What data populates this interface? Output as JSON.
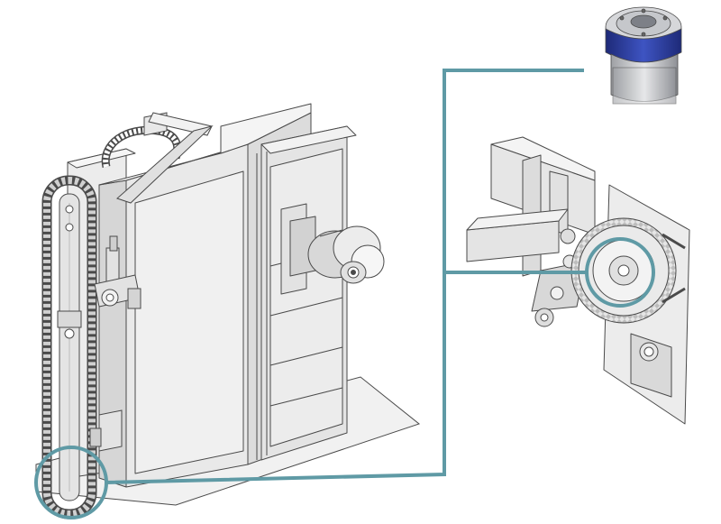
{
  "figure": {
    "kind": "technical-illustration",
    "components": [
      "machine-housing",
      "vertical-chain-drive",
      "gear-motor",
      "sprocket-assembly-detail",
      "planetary-gearbox"
    ],
    "callout_color": "#5f9aa5",
    "line_color": "#4a4a4a",
    "fill_light": "#ececec",
    "fill_mid": "#d9d9d9",
    "fill_dark": "#bdbdbd",
    "gearbox_ring_color": "#2e3f9e"
  }
}
